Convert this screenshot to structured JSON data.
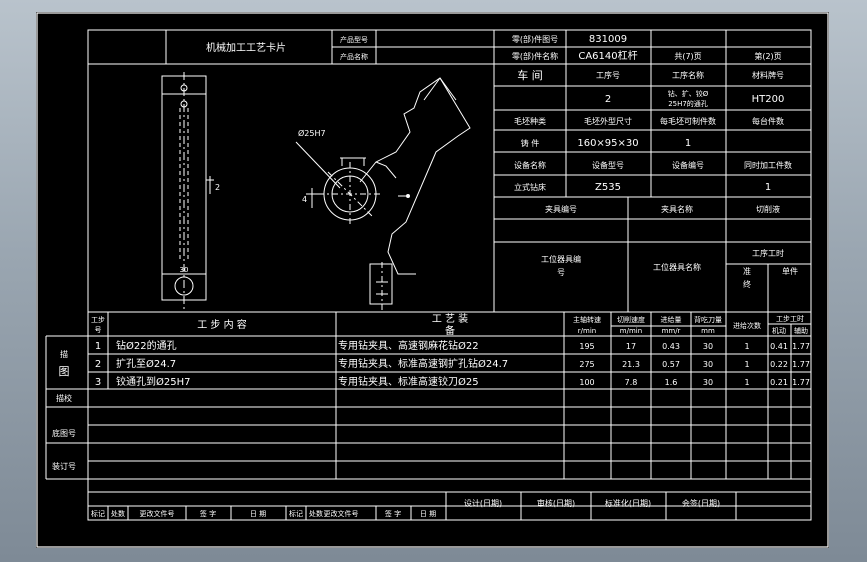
{
  "header": {
    "title": "机械加工工艺卡片",
    "product_model_label": "产品型号",
    "product_name_label": "产品名称",
    "part_number_label": "零(部)件图号",
    "part_number": "831009",
    "part_name_label": "零(部)件名称",
    "part_name": "CA6140杠杆",
    "total_pages": "共(7)页",
    "page_num": "第(2)页"
  },
  "info": {
    "workshop_label": "车  间",
    "process_no_label": "工序号",
    "process_name_label": "工序名称",
    "material_label": "材料牌号",
    "process_no": "2",
    "process_name_line1": "钻、扩、铰Ø",
    "process_name_line2": "25H7的通孔",
    "material": "HT200",
    "blank_type_label": "毛坯种类",
    "blank_size_label": "毛坯外型尺寸",
    "parts_per_blank_label": "每毛坯可制件数",
    "parts_per_unit_label": "每台件数",
    "blank_type": "铸  件",
    "blank_size": "160×95×30",
    "parts_per_blank": "1",
    "equip_name_label": "设备名称",
    "equip_model_label": "设备型号",
    "equip_no_label": "设备编号",
    "simultaneous_label": "同时加工件数",
    "equip_name": "立式钻床",
    "equip_model": "Z535",
    "simultaneous": "1",
    "fixture_no_label": "夹具编号",
    "fixture_name_label": "夹具名称",
    "coolant_label": "切削液",
    "station_tool_no_label_1": "工位器具编",
    "station_tool_no_label_2": "号",
    "station_tool_name_label": "工位器具名称",
    "process_time_label": "工序工时",
    "time_standard_label_1": "准",
    "time_standard_label_2": "终",
    "time_unit_label": "单件"
  },
  "drawing": {
    "dim_hole": "Ø25H7",
    "dim_2": "2",
    "dim_4": "4",
    "dim_30": "30"
  },
  "steps": {
    "step_no_label_1": "工步",
    "step_no_label_2": "号",
    "content_label": "工  步  内  容",
    "equipment_label_1": "工  艺  装",
    "equipment_label_2": "备",
    "speed_label_1": "主轴转速",
    "speed_unit": "r/min",
    "cut_speed_label": "切削速度",
    "cut_speed_unit": "m/min",
    "feed_label": "进给量",
    "feed_unit": "mm/r",
    "depth_label": "背吃刀量",
    "depth_unit": "mm",
    "passes_label": "进给次数",
    "time_label_1": "工步工时",
    "time_label_2": "机动",
    "time_label_3": "辅助",
    "rows": [
      {
        "no": "1",
        "content": "钻Ø22的通孔",
        "equipment": "专用钻夹具、高速钢麻花钻Ø22",
        "speed": "195",
        "cut_speed": "17",
        "feed": "0.43",
        "depth": "30",
        "passes": "1",
        "machine_time": "0.41",
        "aux_time": "1.77"
      },
      {
        "no": "2",
        "content": "扩孔至Ø24.7",
        "equipment": "专用钻夹具、标准高速钢扩孔钻Ø24.7",
        "speed": "275",
        "cut_speed": "21.3",
        "feed": "0.57",
        "depth": "30",
        "passes": "1",
        "machine_time": "0.22",
        "aux_time": "1.77"
      },
      {
        "no": "3",
        "content": "铰通孔到Ø25H7",
        "equipment": "专用钻夹具、标准高速铰刀Ø25",
        "speed": "100",
        "cut_speed": "7.8",
        "feed": "1.6",
        "depth": "30",
        "passes": "1",
        "machine_time": "0.21",
        "aux_time": "1.77"
      }
    ]
  },
  "side": {
    "trace": "描",
    "trace_drawing": "图",
    "trace_check": "描校",
    "base_drawing_no": "底图号",
    "binding_no": "装订号"
  },
  "footer": {
    "design": "设计(日期)",
    "review": "审核(日期)",
    "standardize": "标准化(日期)",
    "countersign": "会签(日期)",
    "mark": "标记",
    "place_count": "处数",
    "change_doc_no": "更改文件号",
    "signature": "签  字",
    "date": "日  期"
  }
}
